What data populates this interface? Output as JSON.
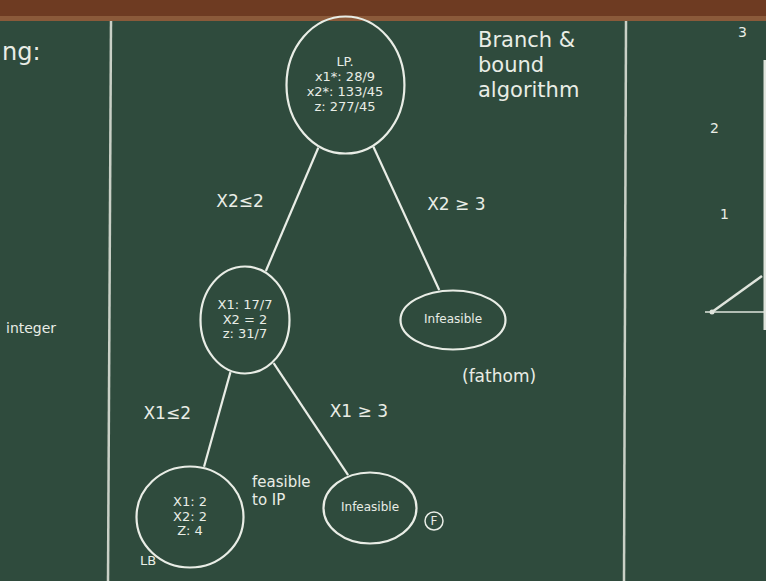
{
  "diagram": {
    "nodes": [
      {
        "text": [
          "LP.",
          "x1*: 28/9",
          "x2*: 133/45",
          "z: 277/45"
        ]
      },
      {
        "text": [
          "X1: 17/7",
          "X2 = 2",
          "z: 31/7"
        ]
      },
      {
        "text": [
          "Infeasible"
        ]
      },
      {
        "text": [
          "X1: 2",
          "X2: 2",
          "Z: 4"
        ]
      },
      {
        "text": [
          "Infeasible"
        ]
      }
    ],
    "edges": [
      {
        "from": 0,
        "to": 1,
        "label": "X2≤2",
        "arrow": "none"
      },
      {
        "from": 0,
        "to": 2,
        "label": "X2 ≥ 3",
        "arrow": "none"
      },
      {
        "from": 1,
        "to": 3,
        "label": "X1≤2",
        "arrow": "none"
      },
      {
        "from": 1,
        "to": 4,
        "label": "X1 ≥ 3",
        "arrow": "none"
      }
    ],
    "labels": [
      "Branch & bound algorithm",
      "(fathom)",
      "feasible to IP",
      "LB",
      "F",
      "ng:",
      "integer",
      "3",
      "2",
      "1"
    ]
  }
}
